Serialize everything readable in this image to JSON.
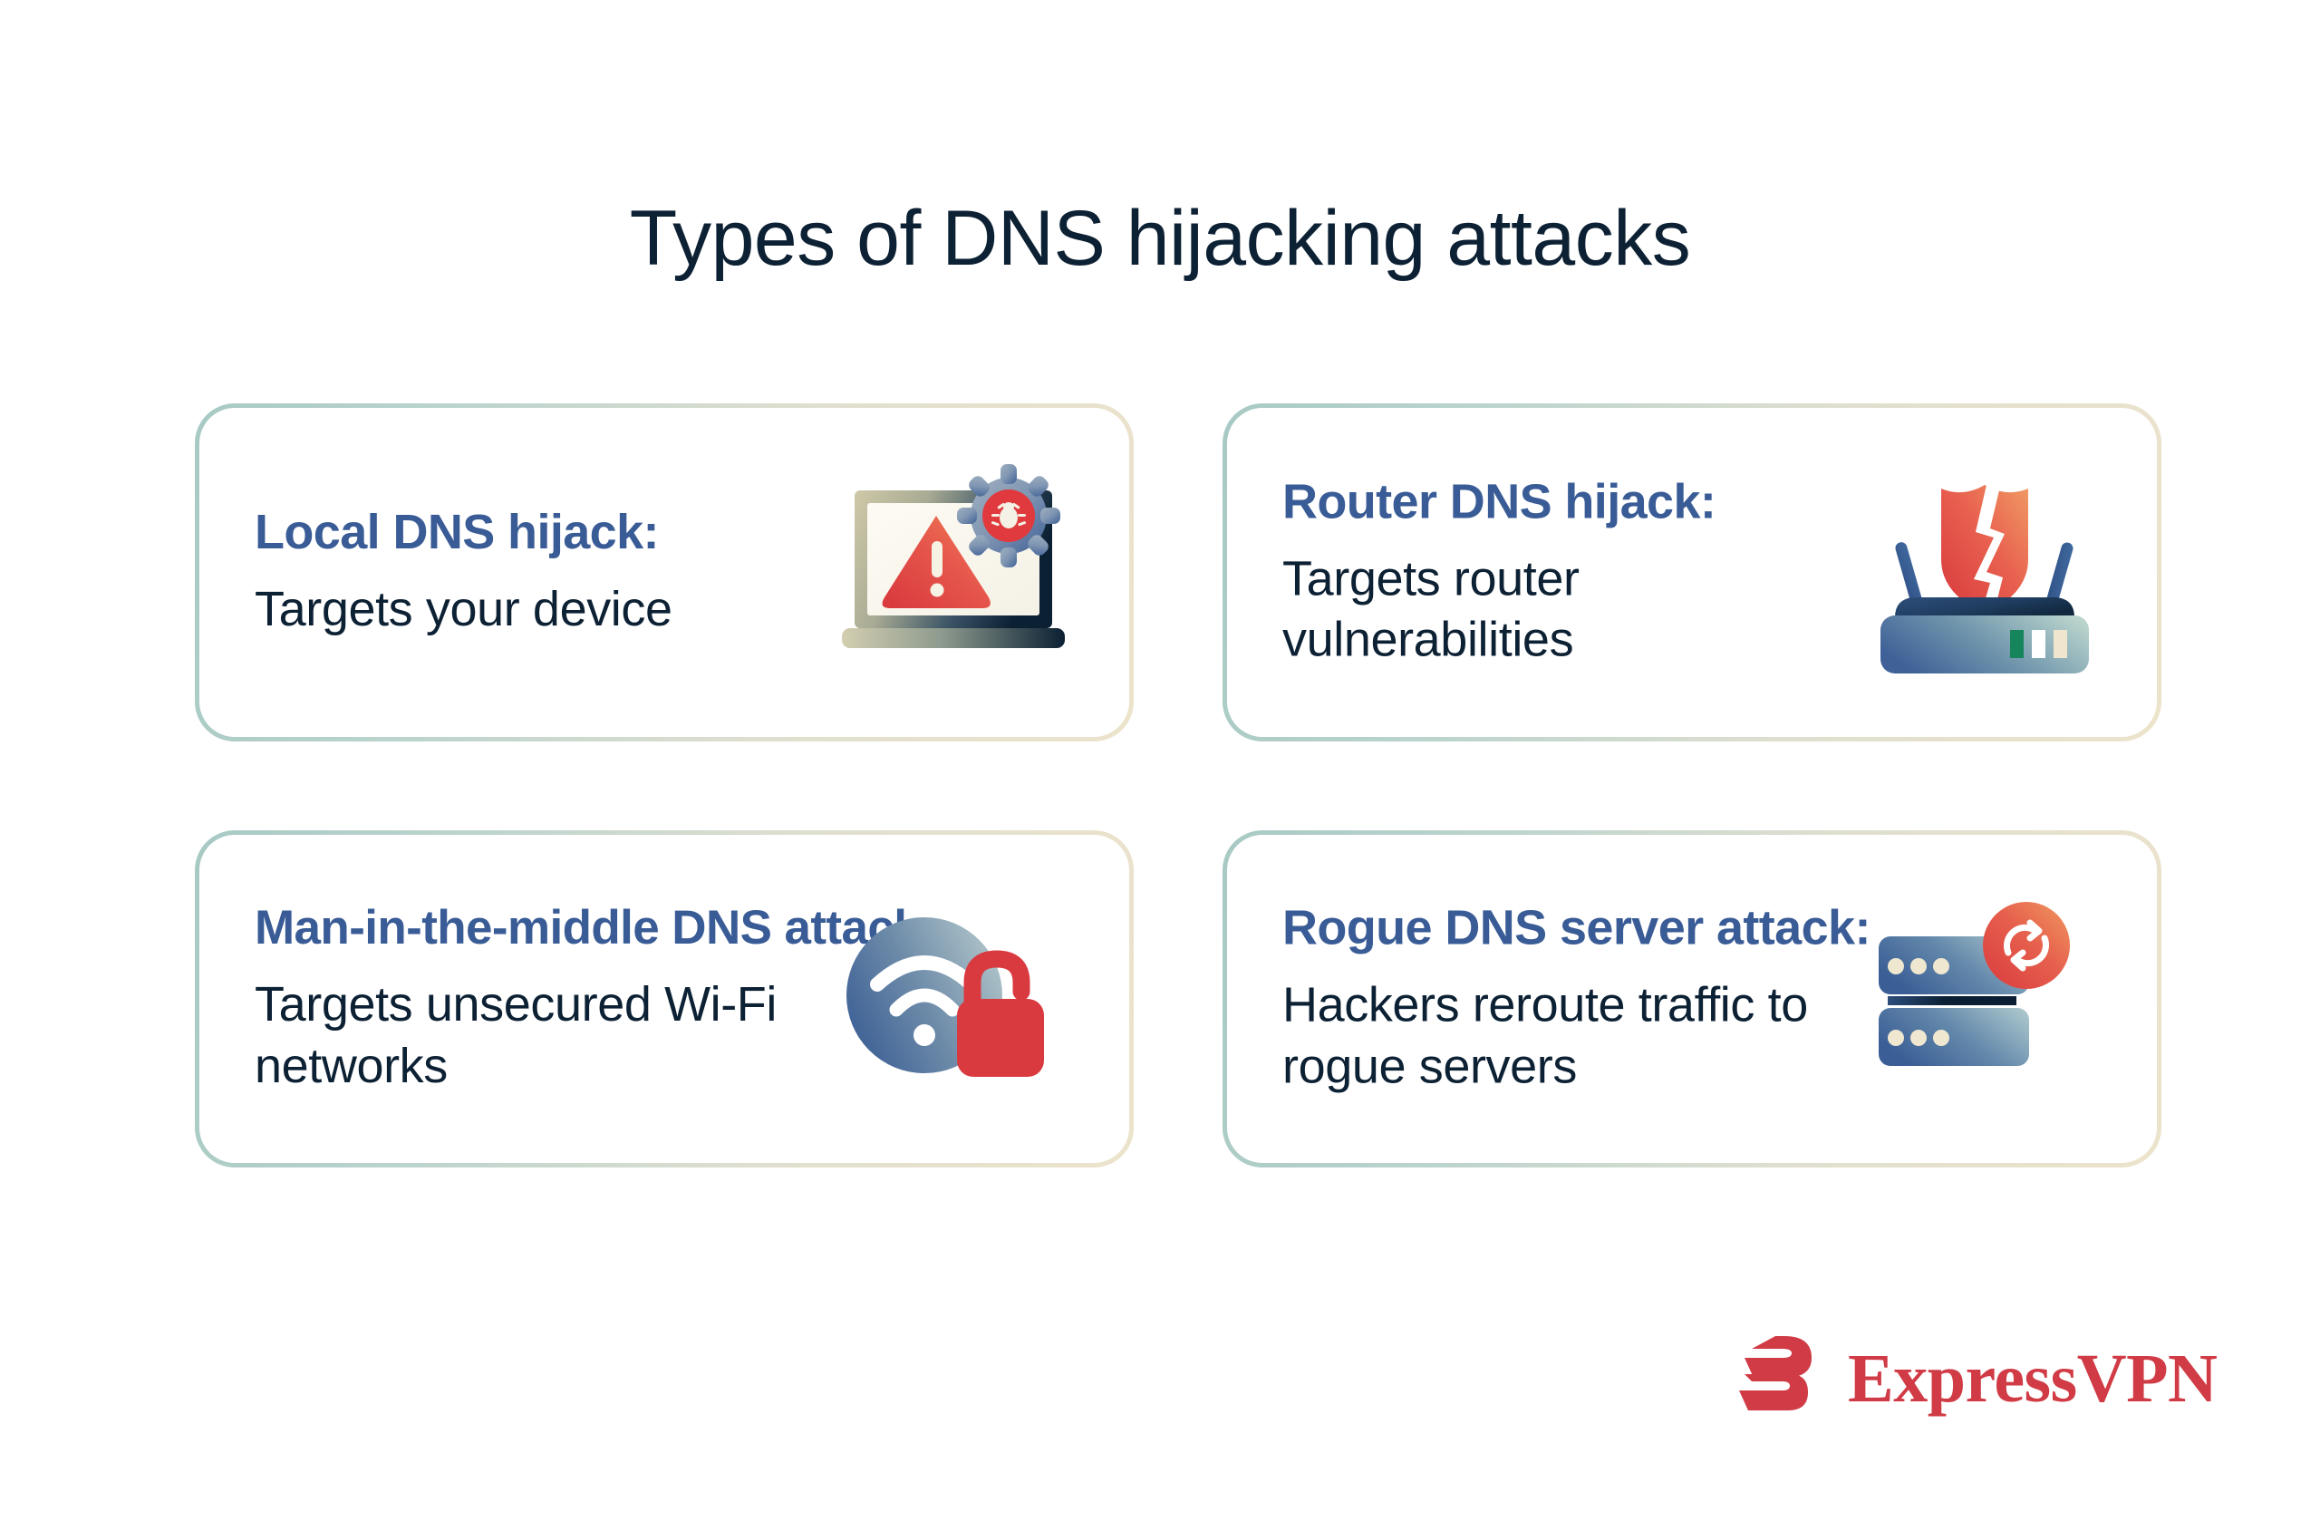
{
  "page": {
    "title": "Types of DNS hijacking attacks",
    "background_color": "#ffffff",
    "title_color": "#0d2134"
  },
  "theme": {
    "heading_color": "#3a5c96",
    "body_color": "#0d2134",
    "card_border_start": "#a8cac4",
    "card_border_end": "#ece3cb",
    "accent_red": "#d93a3f",
    "accent_orange": "#ef8d5a",
    "brand_red": "#d03b45"
  },
  "cards": [
    {
      "heading": "Local DNS hijack:",
      "body": "Targets your device",
      "icon": "laptop-warning-bug-icon"
    },
    {
      "heading": "Router DNS hijack:",
      "body": "Targets router vulnerabilities",
      "icon": "router-broken-shield-icon"
    },
    {
      "heading": "Man-in-the-middle DNS attack:",
      "body": "Targets unsecured Wi-Fi networks",
      "icon": "wifi-unlocked-padlock-icon"
    },
    {
      "heading": "Rogue DNS server attack:",
      "body": "Hackers reroute traffic to rogue servers",
      "icon": "server-stack-refresh-icon"
    }
  ],
  "brand": {
    "name": "ExpressVPN",
    "mark": "expressvpn-e-logo-icon"
  }
}
